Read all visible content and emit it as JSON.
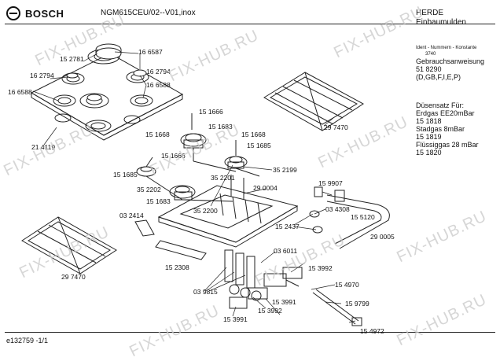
{
  "header": {
    "brand": "BOSCH",
    "model": "NGM615CEU/02--V01,inox",
    "category_line1": "HERDE",
    "category_line2": "Einbaumulden"
  },
  "sidebar": {
    "ident_label": "Ident - Nummern - Konstante",
    "ident_value": "3740",
    "manual_title": "Gebrauchsanweisung",
    "manual_number": "51 8290",
    "manual_langs": "(D,GB,F,I,E,P)",
    "nozzle_title": "Düsensatz Für:",
    "nozzle_1_name": "Erdgas EE20mBar",
    "nozzle_1_code": "15 1818",
    "nozzle_2_name": "Stadgas 8mBar",
    "nozzle_2_code": "15 1819",
    "nozzle_3_name": "Flüssiggas 28 mBar",
    "nozzle_3_code": "15 1820"
  },
  "footer": {
    "doc_code": "e132759 -1/1"
  },
  "watermark": "FIX-HUB.RU",
  "parts": {
    "p152781": "15 2781",
    "p166587": "16 6587",
    "p162794a": "16 2794",
    "p162794b": "16 2794",
    "p166588a": "16 6588",
    "p166588b": "16 6588",
    "p214119": "21 4119",
    "p297470a": "29 7470",
    "p151666a": "15 1666",
    "p151683a": "15 1683",
    "p151668a": "15 1668",
    "p151668b": "15 1668",
    "p151666b": "15 1666",
    "p151685a": "15 1685",
    "p352199": "35 2199",
    "p151685b": "15 1685",
    "p352202": "35 2202",
    "p352201": "35 2201",
    "p151683b": "15 1683",
    "p352200": "35 2200",
    "p290004": "29 0004",
    "p159907": "15 9907",
    "p034308": "03 4308",
    "p155120": "15 5120",
    "p152437": "15 2437",
    "p290005": "29 0005",
    "p032414": "03 2414",
    "p297470b": "29 7470",
    "p152308": "15 2308",
    "p036011": "03 6011",
    "p153992a": "15 3992",
    "p039815": "03 9815",
    "p154970": "15 4970",
    "p153991a": "15 3991",
    "p159799": "15 9799",
    "p153992b": "15 3992",
    "p153991b": "15 3991",
    "p154972": "15 4972"
  }
}
